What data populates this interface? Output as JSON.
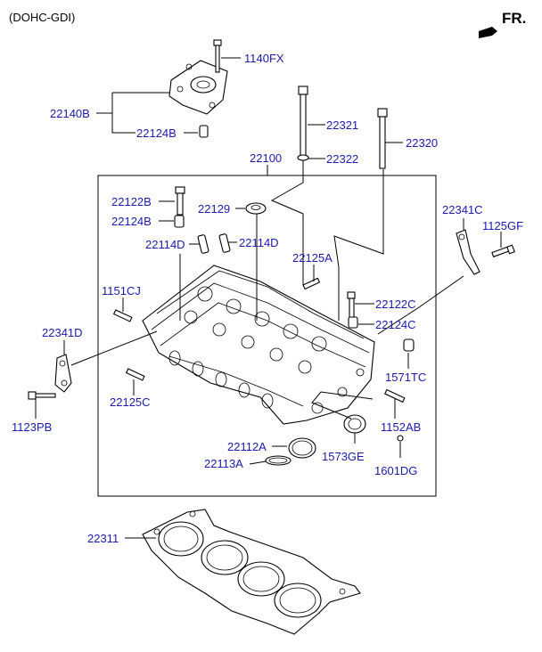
{
  "header": {
    "variant": "(DOHC-GDI)",
    "direction": "FR."
  },
  "labels": {
    "p1140FX": "1140FX",
    "p22140B": "22140B",
    "p22124B_top": "22124B",
    "p22321": "22321",
    "p22320": "22320",
    "p22100": "22100",
    "p22322": "22322",
    "p22122B": "22122B",
    "p22129": "22129",
    "p22124B": "22124B",
    "p22114D_left": "22114D",
    "p22114D_right": "22114D",
    "p22341C": "22341C",
    "p1125GF": "1125GF",
    "p22125A": "22125A",
    "p1151CJ": "1151CJ",
    "p22122C": "22122C",
    "p22124C": "22124C",
    "p22341D": "22341D",
    "p1571TC": "1571TC",
    "p22125C": "22125C",
    "p1123PB": "1123PB",
    "p1152AB": "1152AB",
    "p22112A": "22112A",
    "p1573GE": "1573GE",
    "p22113A": "22113A",
    "p1601DG": "1601DG",
    "p22311": "22311"
  },
  "colors": {
    "label": "#1a1ab0",
    "line": "#000000",
    "background": "#ffffff"
  }
}
